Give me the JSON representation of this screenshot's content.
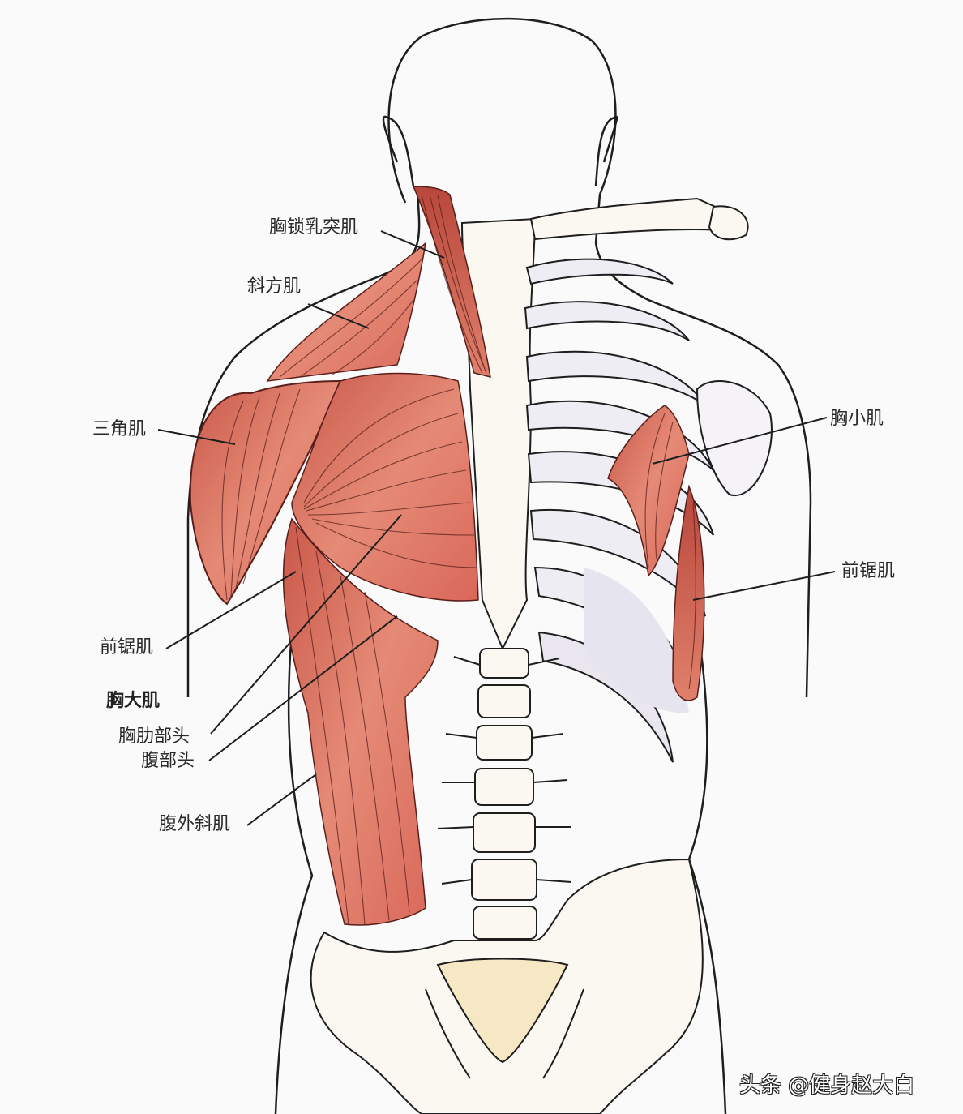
{
  "title": "Torso anterior muscle anatomy",
  "colors": {
    "background": "#fbfafb",
    "muscle": "#e07a68",
    "muscle_dark": "#b84a3c",
    "muscle_line": "#5a1f1a",
    "bone": "#fbf8f2",
    "bone_shadow": "#e9e6ef",
    "cartilage": "#f6e8c4",
    "outline": "#1e1e1e"
  },
  "labels": [
    {
      "id": "sternocleidomastoid",
      "text": "胸锁乳突肌",
      "side": "left"
    },
    {
      "id": "trapezius",
      "text": "斜方肌",
      "side": "left"
    },
    {
      "id": "deltoid",
      "text": "三角肌",
      "side": "left"
    },
    {
      "id": "serratus-anterior-left",
      "text": "前锯肌",
      "side": "left"
    },
    {
      "id": "pectoralis-major",
      "text": "胸大肌",
      "side": "left",
      "bold": true
    },
    {
      "id": "sternocostal-head",
      "text": "胸肋部头",
      "side": "left"
    },
    {
      "id": "abdominal-head",
      "text": "腹部头",
      "side": "left"
    },
    {
      "id": "external-oblique",
      "text": "腹外斜肌",
      "side": "left"
    },
    {
      "id": "pectoralis-minor",
      "text": "胸小肌",
      "side": "right"
    },
    {
      "id": "serratus-anterior-right",
      "text": "前锯肌",
      "side": "right"
    }
  ],
  "watermark": "头条 @健身赵大白"
}
